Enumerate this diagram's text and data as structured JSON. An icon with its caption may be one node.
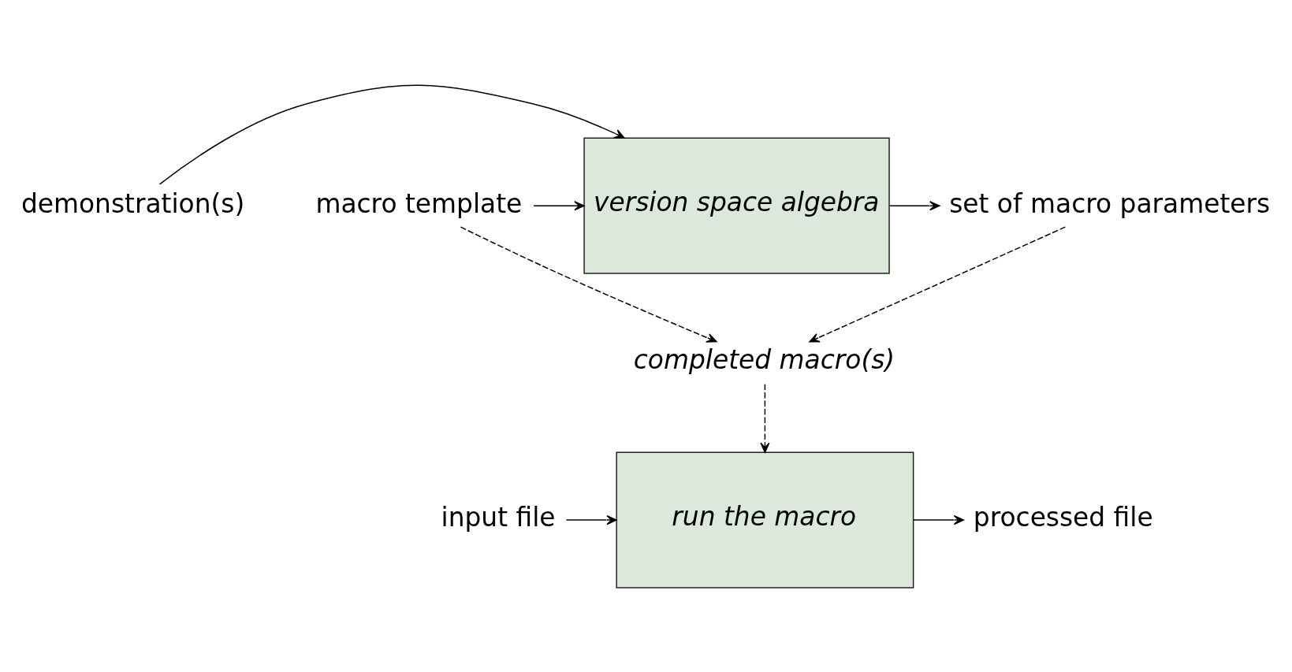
{
  "diagram": {
    "nodes": [
      {
        "text": [
          "demonstration(s)"
        ]
      },
      {
        "text": [
          "macro template"
        ]
      },
      {
        "text": [
          "version space algebra"
        ]
      },
      {
        "text": [
          "set of macro parameters"
        ]
      },
      {
        "text": [
          "completed macro(s)"
        ]
      },
      {
        "text": [
          "input file"
        ]
      },
      {
        "text": [
          "run the macro"
        ]
      },
      {
        "text": [
          "processed file"
        ]
      }
    ],
    "edges": [
      {
        "from": 0,
        "to": 2,
        "arrow": "to"
      },
      {
        "from": 1,
        "to": 2,
        "arrow": "to"
      },
      {
        "from": 2,
        "to": 3,
        "arrow": "to"
      },
      {
        "from": 1,
        "to": 4,
        "arrow": "to",
        "style": "dashed"
      },
      {
        "from": 3,
        "to": 4,
        "arrow": "to",
        "style": "dashed"
      },
      {
        "from": 4,
        "to": 6,
        "arrow": "to",
        "style": "dashed"
      },
      {
        "from": 5,
        "to": 6,
        "arrow": "to"
      },
      {
        "from": 6,
        "to": 7,
        "arrow": "to"
      }
    ]
  }
}
